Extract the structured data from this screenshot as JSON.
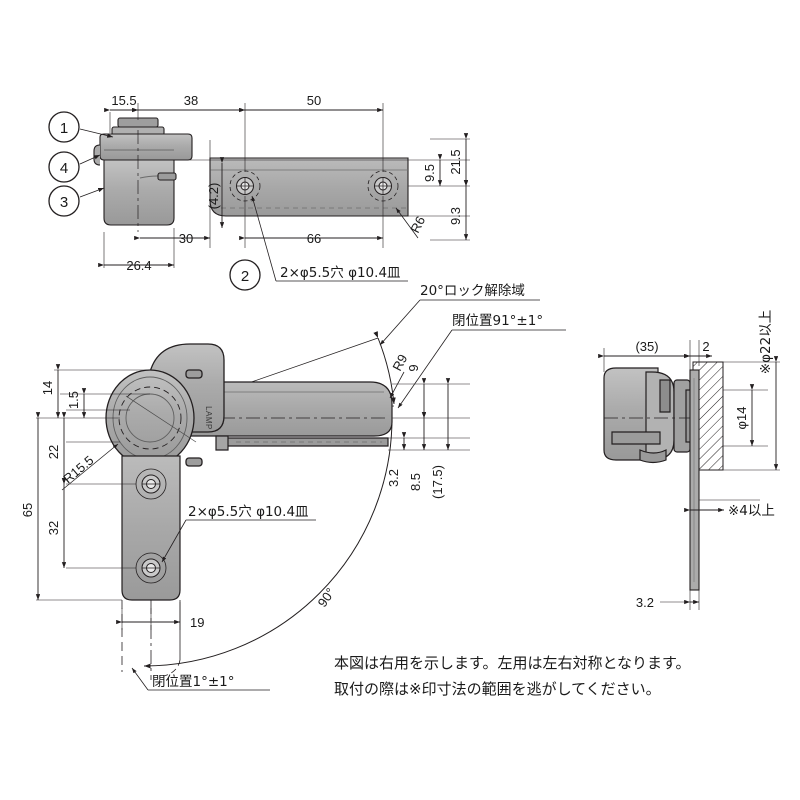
{
  "drawing": {
    "title": "hinge-technical-drawing",
    "background_color": "#ffffff",
    "line_color": "#231f20",
    "body_fill": "#a9a9a9",
    "body_fill_light": "#bdbdbd",
    "body_fill_dark": "#8f8f8f",
    "brand_mark": "LAMP"
  },
  "views": {
    "top_left": {
      "name": "plan-view",
      "balloons": [
        "1",
        "4",
        "3"
      ],
      "callout_balloon": "2",
      "dimensions": {
        "d_15_5": "15.5",
        "d_38": "38",
        "d_50": "50",
        "d_21_5": "21.5",
        "d_9_5": "9.5",
        "d_9_3": "9.3",
        "d_r6": "R6",
        "d_4_2": "(4.2)",
        "d_30": "30",
        "d_66": "66",
        "d_26_4": "26.4"
      },
      "hole_callout": "2×φ5.5穴 φ10.4皿"
    },
    "main": {
      "name": "side-view",
      "dimensions": {
        "d_14": "14",
        "d_1_5": "1.5",
        "d_22": "22",
        "d_65": "65",
        "d_32": "32",
        "d_r15_5": "R15.5",
        "d_19": "19",
        "d_r9": "R9",
        "d_9": "9",
        "d_3_2": "3.2",
        "d_8_5": "8.5",
        "d_17_5": "(17.5)",
        "d_90": "90°"
      },
      "hole_callout": "2×φ5.5穴 φ10.4皿",
      "annotations": {
        "unlock_zone": "20°ロック解除域",
        "closed_position_91": "閉位置91°±1°",
        "closed_position_1": "閉位置1°±1°"
      }
    },
    "right": {
      "name": "section-view",
      "dimensions": {
        "d_35": "(35)",
        "d_2": "2",
        "d_phi14": "φ14",
        "d_phi22": "※φ22以上",
        "d_4_over": "※4以上",
        "d_3_2": "3.2"
      }
    }
  },
  "notes": {
    "line1": "本図は右用を示します。左用は左右対称となります。",
    "line2": "取付の際は※印寸法の範囲を逃がしてください。"
  }
}
